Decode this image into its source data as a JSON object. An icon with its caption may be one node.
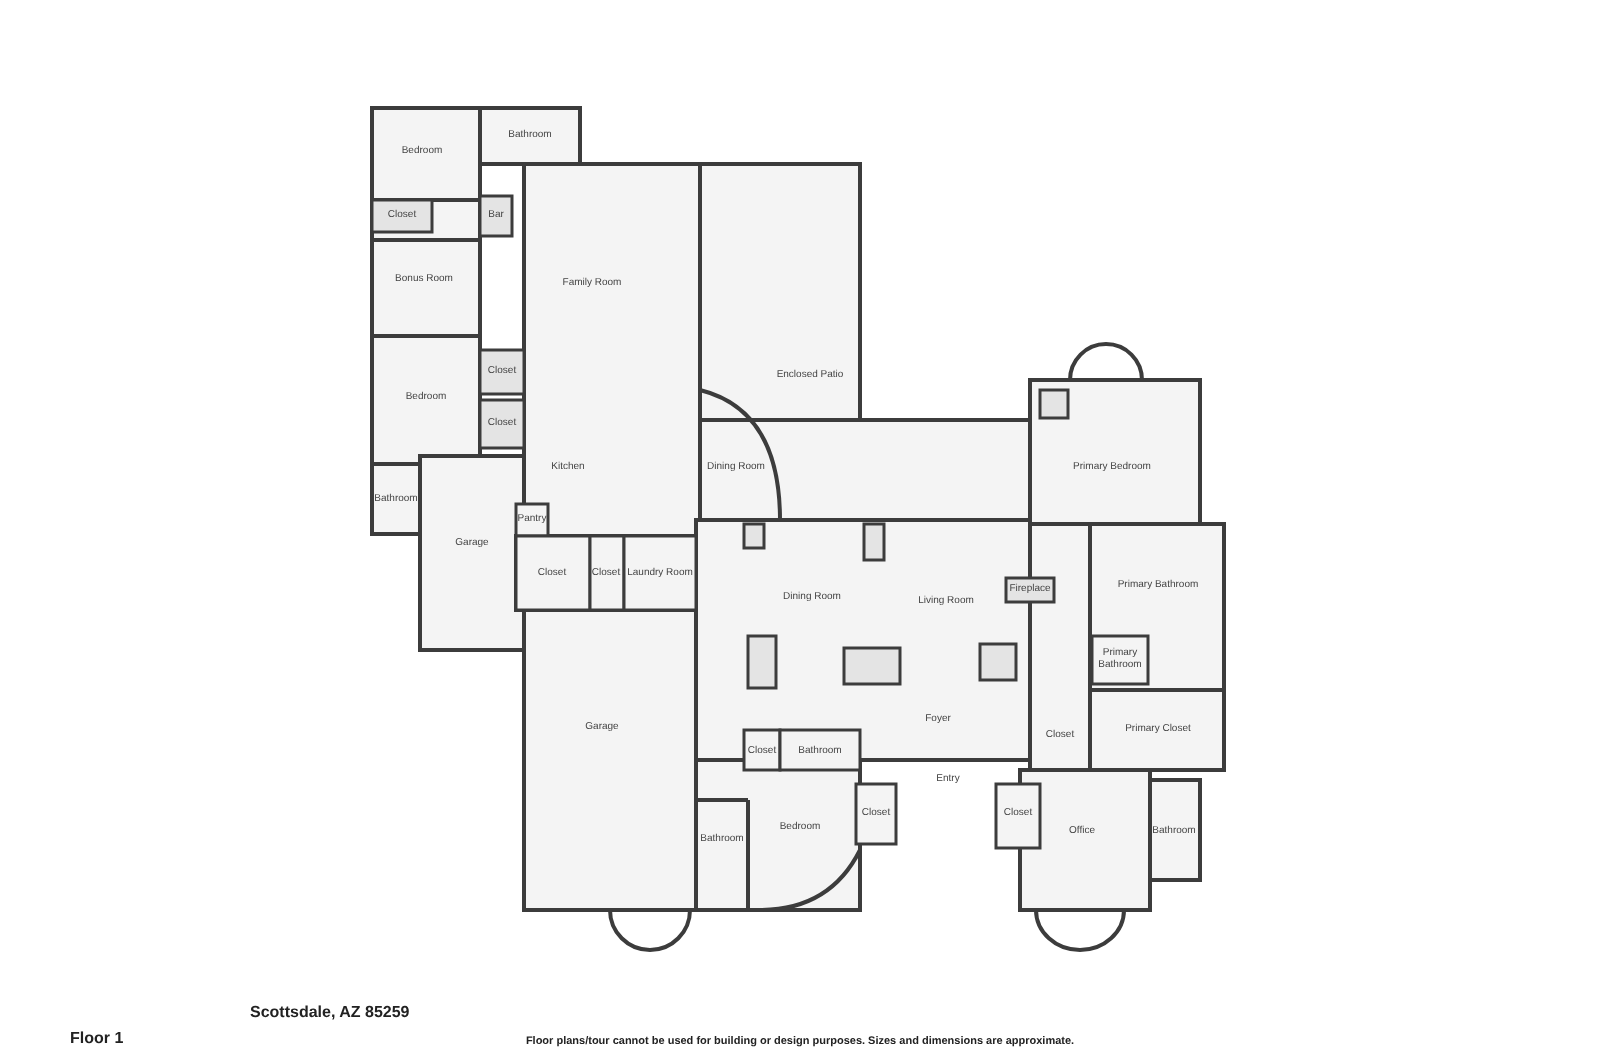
{
  "diagram": {
    "labels": [
      "Bedroom",
      "Bathroom",
      "Closet",
      "Bar",
      "Bonus Room",
      "Family Room",
      "Closet",
      "Enclosed Patio",
      "Bedroom",
      "Closet",
      "Kitchen",
      "Dining Room",
      "Primary Bedroom",
      "Bathroom",
      "Pantry",
      "Garage",
      "Closet",
      "Closet",
      "Laundry Room",
      "Dining Room",
      "Living Room",
      "Fireplace",
      "Primary Bathroom",
      "Primary Bathroom",
      "Garage",
      "Foyer",
      "Closet",
      "Primary Closet",
      "Closet",
      "Bathroom",
      "Entry",
      "Bathroom",
      "Bedroom",
      "Closet",
      "Closet",
      "Office",
      "Bathroom",
      "Scottsdale, AZ 85259",
      "Floor 1",
      "Floor plans/tour cannot be used for building or design purposes. Sizes and dimensions are approximate."
    ]
  }
}
